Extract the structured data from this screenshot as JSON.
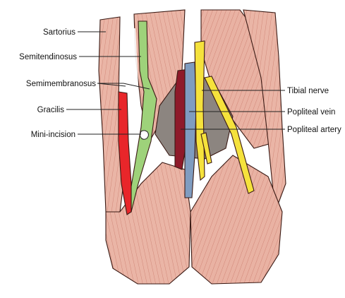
{
  "labels": {
    "sartorius": "Sartorius",
    "semitendinosus": "Semitendinosus",
    "semimembranosus": "Semimembranosus",
    "gracilis": "Gracilis",
    "mini_incision": "Mini-incision",
    "tibial_nerve": "Tibial nerve",
    "popliteal_vein": "Popliteal vein",
    "popliteal_artery": "Popliteal artery"
  },
  "colors": {
    "muscle": "#e8b0a0",
    "muscle_dark": "#c97a6a",
    "tendon_green": "#9ed27a",
    "gracilis_red": "#e8262a",
    "nerve_yellow": "#f5e23c",
    "vein_blue": "#7f9cc0",
    "artery_red": "#8e1a2a",
    "fat_gray": "#8c8580"
  }
}
